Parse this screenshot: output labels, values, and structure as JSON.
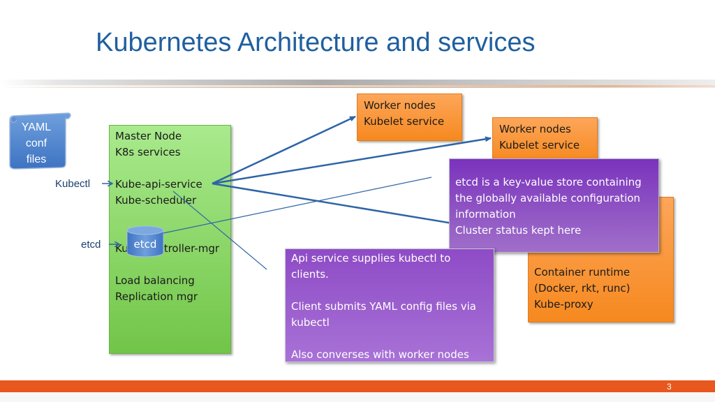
{
  "title": "Kubernetes Architecture and services",
  "yaml_scroll": {
    "lines": [
      "YAML",
      "conf",
      "files"
    ]
  },
  "labels": {
    "kubectl": "Kubectl",
    "etcd": "etcd"
  },
  "master_node": {
    "lines": [
      "Master Node",
      "K8s services",
      "",
      "Kube-api-service",
      "Kube-scheduler",
      "",
      "",
      "Kube-controller-mgr",
      "",
      "Load balancing",
      "Replication mgr"
    ]
  },
  "etcd_cylinder": "etcd",
  "worker_node_1": {
    "lines": [
      "Worker nodes",
      "Kubelet service"
    ]
  },
  "worker_node_2": {
    "lines": [
      "Worker nodes",
      "Kubelet service"
    ]
  },
  "worker_node_3": {
    "lines": [
      "Container runtime",
      "(Docker, rkt, runc)",
      "Kube-proxy"
    ]
  },
  "etcd_note": {
    "lines": [
      "etcd is a key-value store containing",
      "the globally available configuration",
      "information",
      "Cluster status kept here"
    ]
  },
  "api_note": {
    "lines": [
      "Api service supplies kubectl to",
      "clients.",
      "",
      "Client submits YAML config files via",
      "kubectl",
      "",
      "Also converses with worker nodes"
    ]
  },
  "page_number": "3",
  "colors": {
    "title": "#1f5f9f",
    "orange": "#f6891f",
    "green": "#71c548",
    "purple": "#8e4bc6",
    "arrow": "#2e64a6",
    "footer": "#e8571e"
  }
}
